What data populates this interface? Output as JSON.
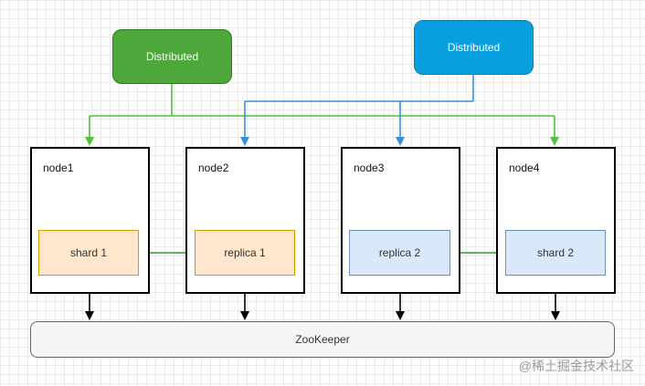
{
  "distributed_left": {
    "label": "Distributed",
    "color": "#4ea73a"
  },
  "distributed_right": {
    "label": "Distributed",
    "color": "#0aa0e0"
  },
  "nodes": [
    {
      "label": "node1",
      "box": {
        "label": "shard 1",
        "style": "orange"
      }
    },
    {
      "label": "node2",
      "box": {
        "label": "replica 1",
        "style": "orange"
      }
    },
    {
      "label": "node3",
      "box": {
        "label": "replica 2",
        "style": "blue"
      }
    },
    {
      "label": "node4",
      "box": {
        "label": "shard 2",
        "style": "blue"
      }
    }
  ],
  "zookeeper": {
    "label": "ZooKeeper"
  },
  "edge_colors": {
    "green": "#4ec23b",
    "blue": "#3a8fd8",
    "replication": "#2e9a2e",
    "zookeeper": "#000000"
  },
  "watermark": "@稀土掘金技术社区"
}
